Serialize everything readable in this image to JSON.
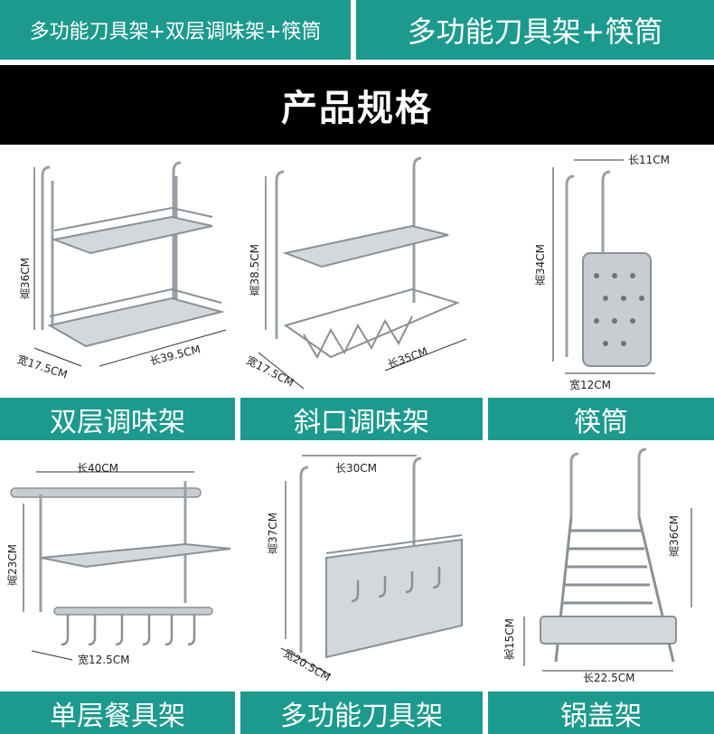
{
  "header": {
    "tab_left": "多功能刀具架+双层调味架+筷筒",
    "tab_right": "多功能刀具架+筷筒"
  },
  "banner": {
    "title": "产品规格"
  },
  "products": [
    {
      "label": "双层调味架",
      "dims": {
        "height": "高36CM",
        "depth": "宽17.5CM",
        "length": "长39.5CM"
      }
    },
    {
      "label": "斜口调味架",
      "dims": {
        "height": "高38.5CM",
        "depth": "宽17.5CM",
        "length": "长35CM"
      }
    },
    {
      "label": "筷筒",
      "dims": {
        "length": "长11CM",
        "height": "高34CM",
        "width": "宽12CM"
      }
    },
    {
      "label": "单层餐具架",
      "dims": {
        "length": "长40CM",
        "height": "高23CM",
        "width": "宽12.5CM"
      }
    },
    {
      "label": "多功能刀具架",
      "dims": {
        "length": "长30CM",
        "height": "高37CM",
        "width": "宽20.5CM"
      }
    },
    {
      "label": "锅盖架",
      "dims": {
        "height": "高36CM",
        "height2": "宽15CM",
        "length": "长22.5CM"
      }
    }
  ],
  "colors": {
    "accent": "#1c9a8d",
    "banner": "#000000",
    "steel": "#b8bcc0"
  }
}
